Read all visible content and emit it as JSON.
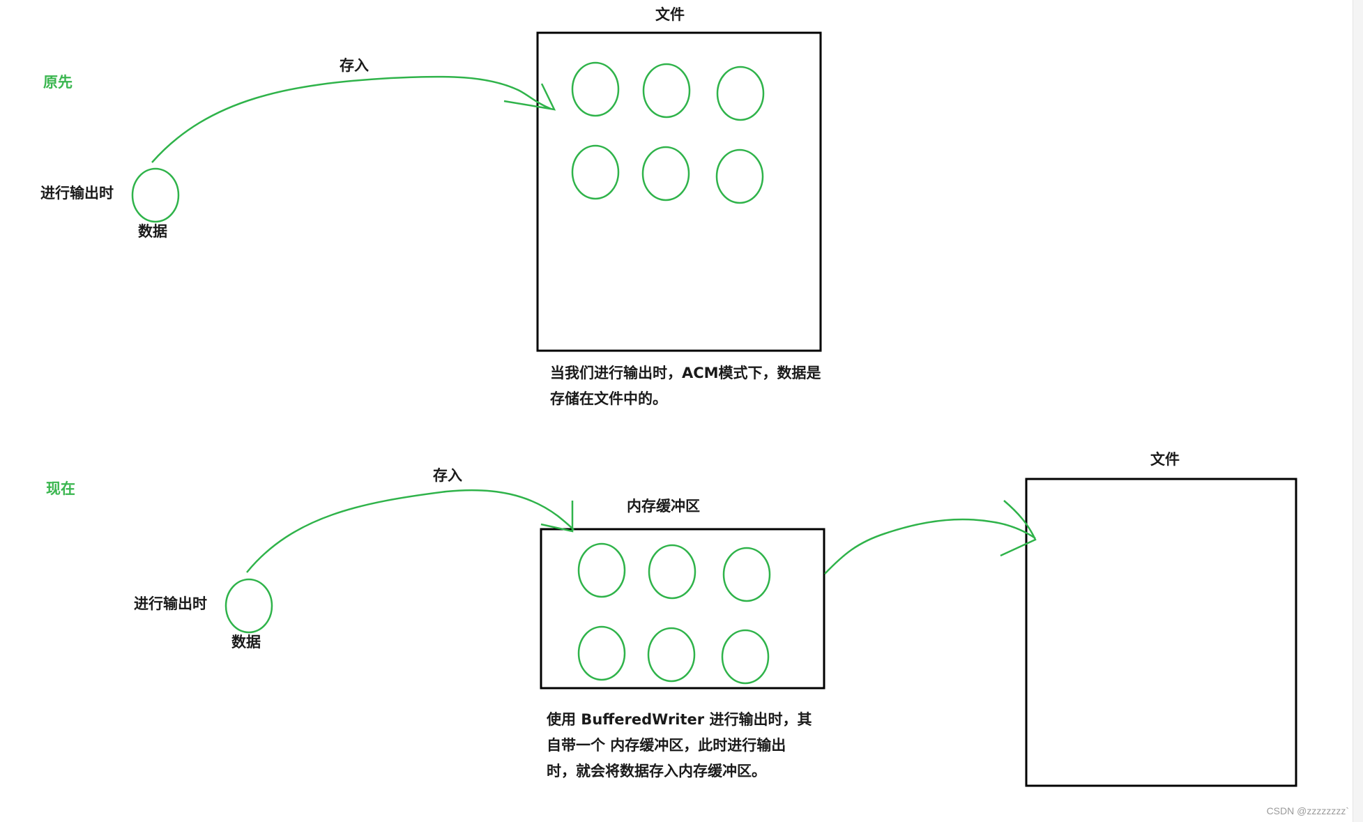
{
  "colors": {
    "ink": "#000000",
    "marker": "#2fb34a",
    "label_green": "#3ab64f"
  },
  "top": {
    "section_label": "原先",
    "output_label": "进行输出时",
    "data_label": "数据",
    "arrow_label": "存入",
    "file_title": "文件",
    "caption_lines": [
      "当我们进行输出时，ACM模式下，数据是",
      "存储在文件中的。"
    ]
  },
  "bottom": {
    "section_label": "现在",
    "output_label": "进行输出时",
    "data_label": "数据",
    "arrow_label": "存入",
    "buffer_title": "内存缓冲区",
    "file_title": "文件",
    "caption_lines": [
      "使用 BufferedWriter 进行输出时，其",
      "自带一个 内存缓冲区，此时进行输出",
      "时，就会将数据存入内存缓冲区。"
    ]
  },
  "watermark": "CSDN @zzzzzzzz`"
}
